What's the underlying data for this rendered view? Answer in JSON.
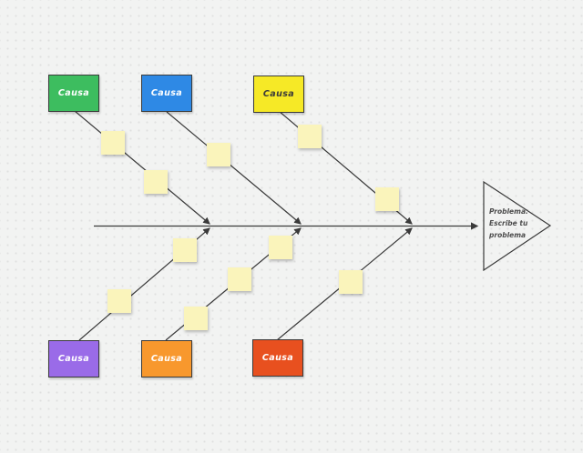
{
  "app": {
    "background_color": "#f2f3f2",
    "dot_color": "#e0e0e0",
    "line_color": "#3a3a3a"
  },
  "diagram": {
    "type": "fishbone",
    "cause_boxes": [
      {
        "id": "top-1",
        "label": "Causa",
        "color": "#3dbd5f",
        "text_color": "#ffffff"
      },
      {
        "id": "top-2",
        "label": "Causa",
        "color": "#2e89e5",
        "text_color": "#ffffff"
      },
      {
        "id": "top-3",
        "label": "Causa",
        "color": "#f6e926",
        "text_color": "#3a3a3a"
      },
      {
        "id": "bottom-1",
        "label": "Causa",
        "color": "#9a6be8",
        "text_color": "#ffffff"
      },
      {
        "id": "bottom-2",
        "label": "Causa",
        "color": "#f8982d",
        "text_color": "#ffffff"
      },
      {
        "id": "bottom-3",
        "label": "Causa",
        "color": "#e8501f",
        "text_color": "#ffffff"
      }
    ],
    "problem": {
      "lines": [
        "Problema:",
        "Escribe tu",
        "problema"
      ]
    },
    "sticky_notes": {
      "count": 11,
      "color": "#faf4bb"
    }
  }
}
